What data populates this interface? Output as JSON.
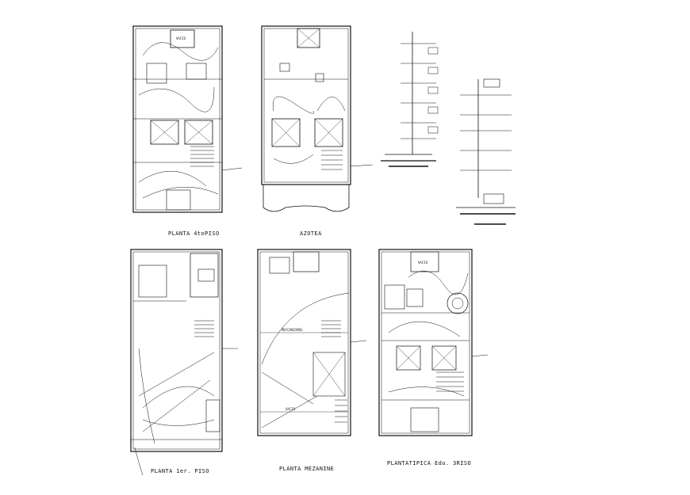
{
  "drawing": {
    "captions": {
      "planta_4to": "PLANTA 4toPISO",
      "azotea": "AZOTEA",
      "planta_1er": "PLANTA 1er. PISO",
      "planta_mezanine": "PLANTA  MEZANINE",
      "planta_tipica": "PLANTATIPICA Edo. 3RISO"
    },
    "room_labels": {
      "vacio": "VACIO",
      "meccanismos": "MECCANISMOS",
      "vacio_tipica": "VACIO"
    }
  }
}
